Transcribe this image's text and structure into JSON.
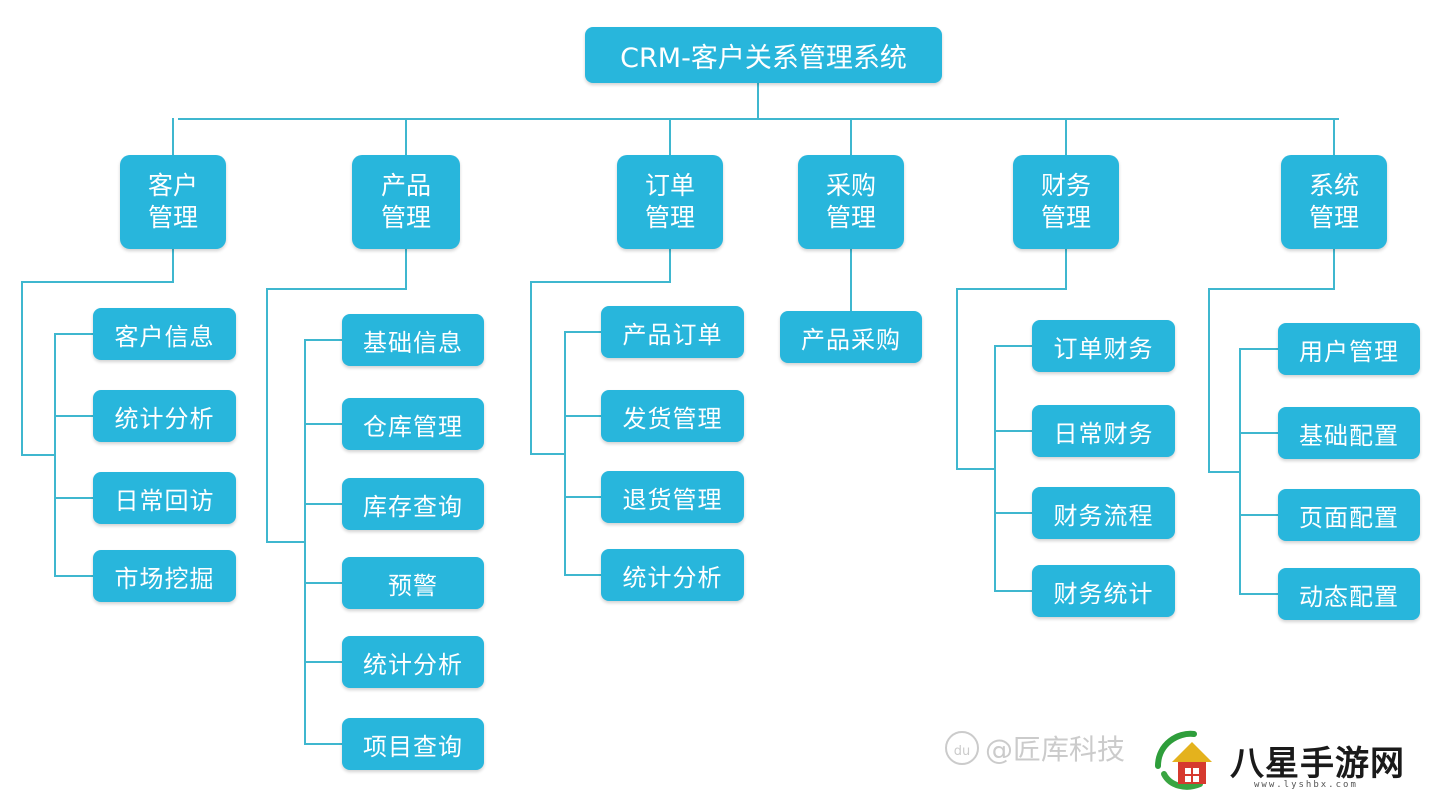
{
  "root": {
    "label": "CRM-客户关系管理系统"
  },
  "categories": [
    {
      "label": "客户\n管理",
      "children": [
        "客户信息",
        "统计分析",
        "日常回访",
        "市场挖掘"
      ]
    },
    {
      "label": "产品\n管理",
      "children": [
        "基础信息",
        "仓库管理",
        "库存查询",
        "预警",
        "统计分析",
        "项目查询"
      ]
    },
    {
      "label": "订单\n管理",
      "children": [
        "产品订单",
        "发货管理",
        "退货管理",
        "统计分析"
      ]
    },
    {
      "label": "采购\n管理",
      "children": [
        "产品采购"
      ]
    },
    {
      "label": "财务\n管理",
      "children": [
        "订单财务",
        "日常财务",
        "财务流程",
        "财务统计"
      ]
    },
    {
      "label": "系统\n管理",
      "children": [
        "用户管理",
        "基础配置",
        "页面配置",
        "动态配置"
      ]
    }
  ],
  "watermark": {
    "badge": "du",
    "text": "@匠库科技"
  },
  "site_logo": {
    "name": "八星手游网",
    "domain": "www.lyshbx.com"
  },
  "colors": {
    "node_fill": "#28b6dc",
    "node_text": "#ffffff",
    "connector": "#3fb7cf"
  }
}
